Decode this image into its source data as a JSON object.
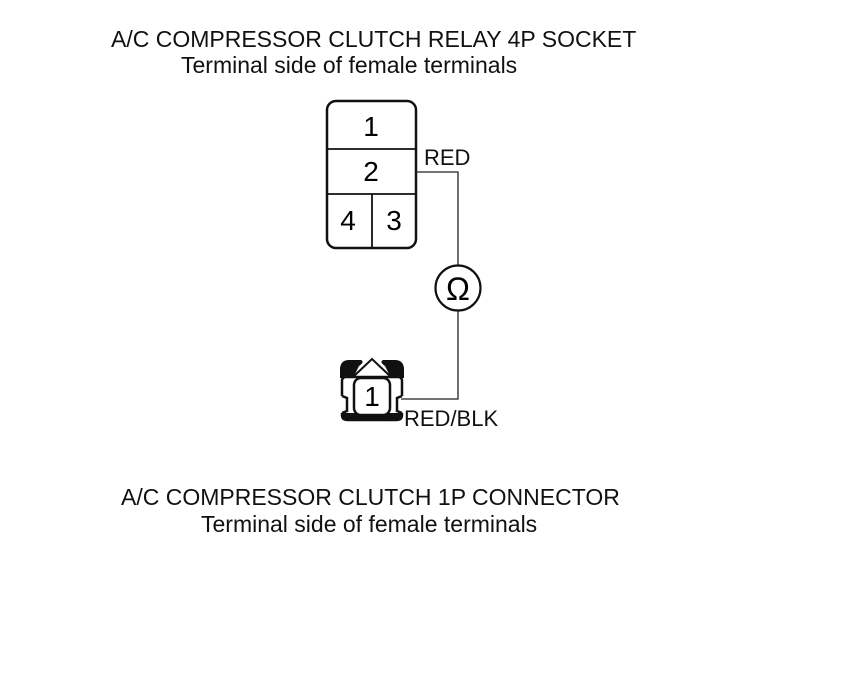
{
  "relay_socket": {
    "title": "A/C COMPRESSOR CLUTCH RELAY 4P SOCKET",
    "subtitle": "Terminal side of female terminals",
    "terminals": [
      "1",
      "2",
      "4",
      "3"
    ]
  },
  "connector": {
    "title": "A/C COMPRESSOR CLUTCH 1P CONNECTOR",
    "subtitle": "Terminal side of female terminals",
    "terminal": "1"
  },
  "wires": {
    "relay_wire": "RED",
    "connector_wire": "RED/BLK"
  },
  "meter": {
    "symbol": "Ω",
    "icon": "ohmmeter-icon"
  }
}
